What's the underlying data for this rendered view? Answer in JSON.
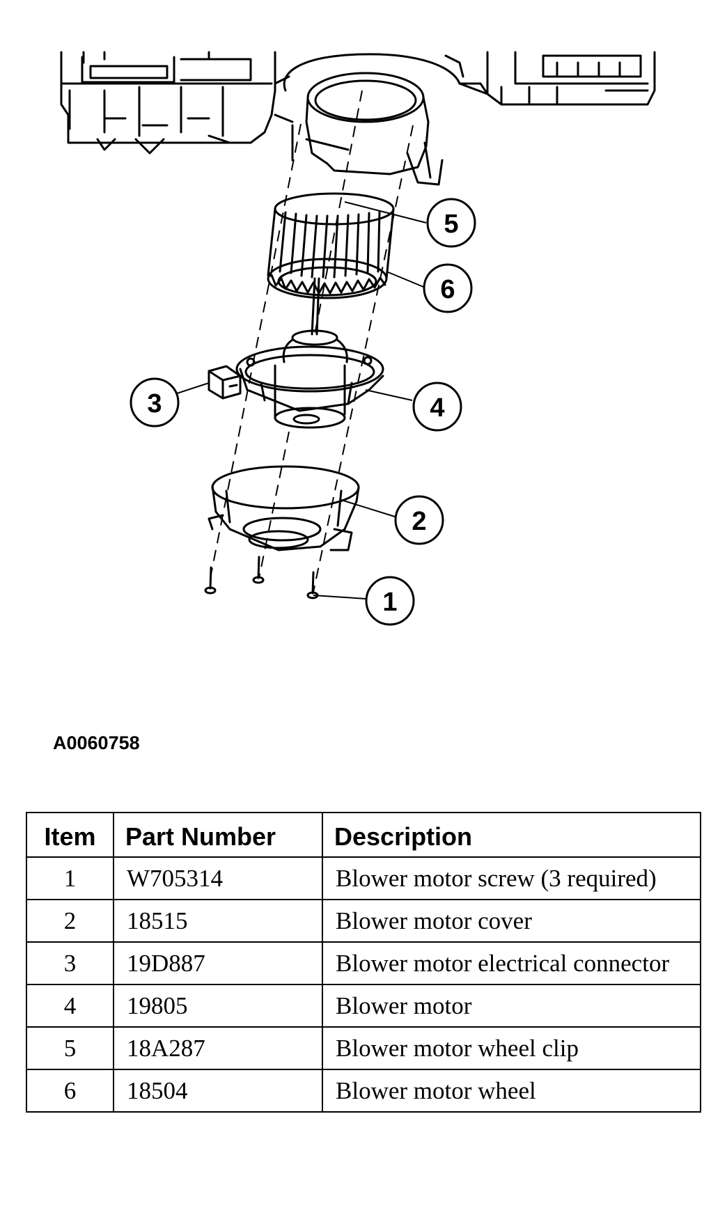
{
  "figure": {
    "id": "A0060758",
    "callouts": [
      "1",
      "2",
      "3",
      "4",
      "5",
      "6"
    ]
  },
  "table": {
    "headers": [
      "Item",
      "Part Number",
      "Description"
    ],
    "rows": [
      {
        "item": "1",
        "part_number": "W705314",
        "description": "Blower motor screw (3 required)"
      },
      {
        "item": "2",
        "part_number": "18515",
        "description": "Blower motor cover"
      },
      {
        "item": "3",
        "part_number": "19D887",
        "description": "Blower motor electrical connector"
      },
      {
        "item": "4",
        "part_number": "19805",
        "description": "Blower motor"
      },
      {
        "item": "5",
        "part_number": "18A287",
        "description": "Blower motor wheel clip"
      },
      {
        "item": "6",
        "part_number": "18504",
        "description": "Blower motor wheel"
      }
    ]
  }
}
